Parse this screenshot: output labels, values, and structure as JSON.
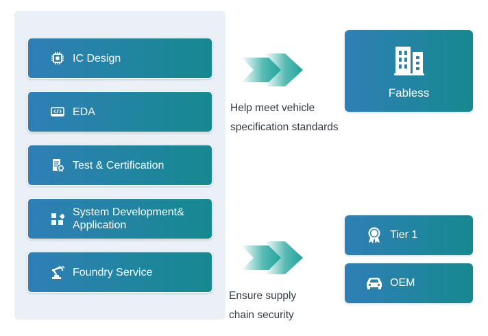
{
  "services": [
    {
      "label": "IC Design",
      "icon": "chip-icon"
    },
    {
      "label": "EDA",
      "icon": "code-window-icon"
    },
    {
      "label": "Test & Certification",
      "icon": "certificate-icon"
    },
    {
      "label": "System Development& Application",
      "label_lines": [
        "System Development&",
        "Application"
      ],
      "icon": "apps-grid-icon"
    },
    {
      "label": "Foundry Service",
      "icon": "robot-arm-icon"
    }
  ],
  "captions": {
    "top": [
      "Help meet vehicle",
      "specification standards"
    ],
    "bottom": [
      "Ensure supply",
      "chain security"
    ]
  },
  "targets": {
    "fabless": {
      "label": "Fabless",
      "icon": "building-icon"
    },
    "tier1": {
      "label": "Tier 1",
      "icon": "award-badge-icon"
    },
    "oem": {
      "label": "OEM",
      "icon": "car-icon"
    }
  },
  "colors": {
    "gradient_start": "#2f7fb6",
    "gradient_end": "#16898f",
    "panel_bg": "#eaf0f6",
    "arrow": "#1fa39a"
  }
}
